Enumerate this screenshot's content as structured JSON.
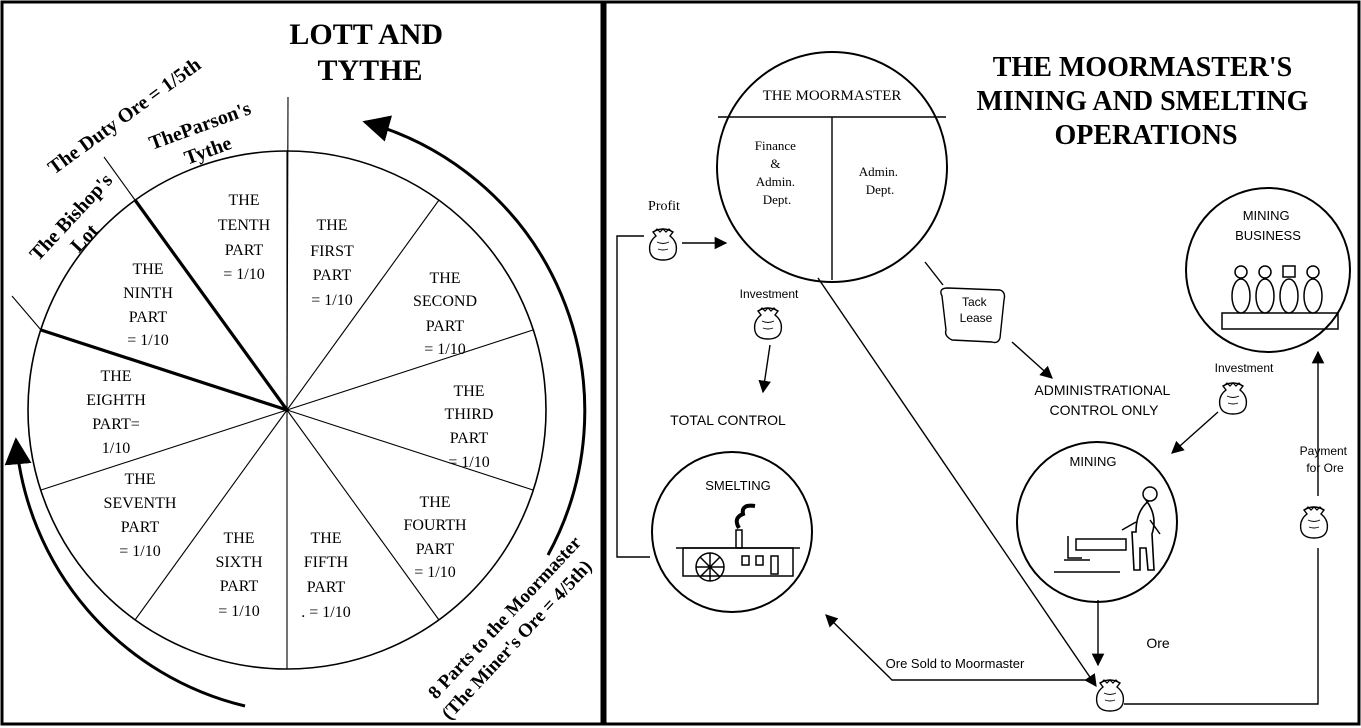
{
  "left": {
    "title": [
      "LOTT AND",
      "TYTHE"
    ],
    "duty_ore": "The Duty Ore = 1/5th",
    "parson": [
      "TheParson's",
      "Tythe"
    ],
    "bishop": [
      "The Bishop's",
      "Lot"
    ],
    "moormaster_parts": [
      "8 Parts to the Moormaster",
      "(The Miner's Ore = 4/5th)"
    ],
    "parts": [
      {
        "lines": [
          "THE",
          "FIRST",
          "PART",
          "= 1/10"
        ]
      },
      {
        "lines": [
          "THE",
          "SECOND",
          "PART",
          "= 1/10"
        ]
      },
      {
        "lines": [
          "THE",
          "THIRD",
          "PART",
          "= 1/10"
        ]
      },
      {
        "lines": [
          "THE",
          "FOURTH",
          "PART",
          "= 1/10"
        ]
      },
      {
        "lines": [
          "THE",
          "FIFTH",
          "PART",
          ". = 1/10"
        ]
      },
      {
        "lines": [
          "THE",
          "SIXTH",
          "PART",
          "= 1/10"
        ]
      },
      {
        "lines": [
          "THE",
          "SEVENTH",
          "PART",
          "= 1/10"
        ]
      },
      {
        "lines": [
          "THE",
          "EIGHTH",
          "PART=",
          "1/10"
        ]
      },
      {
        "lines": [
          "THE",
          "NINTH",
          "PART",
          "= 1/10"
        ]
      },
      {
        "lines": [
          "THE",
          "TENTH",
          "PART",
          "= 1/10"
        ]
      }
    ]
  },
  "right": {
    "title": [
      "THE MOORMASTER'S",
      "MINING AND SMELTING",
      "OPERATIONS"
    ],
    "moormaster": "THE MOORMASTER",
    "finance": [
      "Finance",
      "&",
      "Admin.",
      "Dept."
    ],
    "admin": [
      "Admin.",
      "Dept."
    ],
    "profit": "Profit",
    "investment_left": "Investment",
    "tack_lease": [
      "Tack",
      "Lease"
    ],
    "admin_control": [
      "ADMINISTRATIONAL",
      "CONTROL ONLY"
    ],
    "mining_business": [
      "MINING",
      "BUSINESS"
    ],
    "investment_right": "Investment",
    "total_control": "TOTAL CONTROL",
    "smelting": "SMELTING",
    "mining": "MINING",
    "payment": [
      "Payment",
      "for Ore"
    ],
    "ore": "Ore",
    "ore_sold": "Ore Sold to Moormaster"
  }
}
